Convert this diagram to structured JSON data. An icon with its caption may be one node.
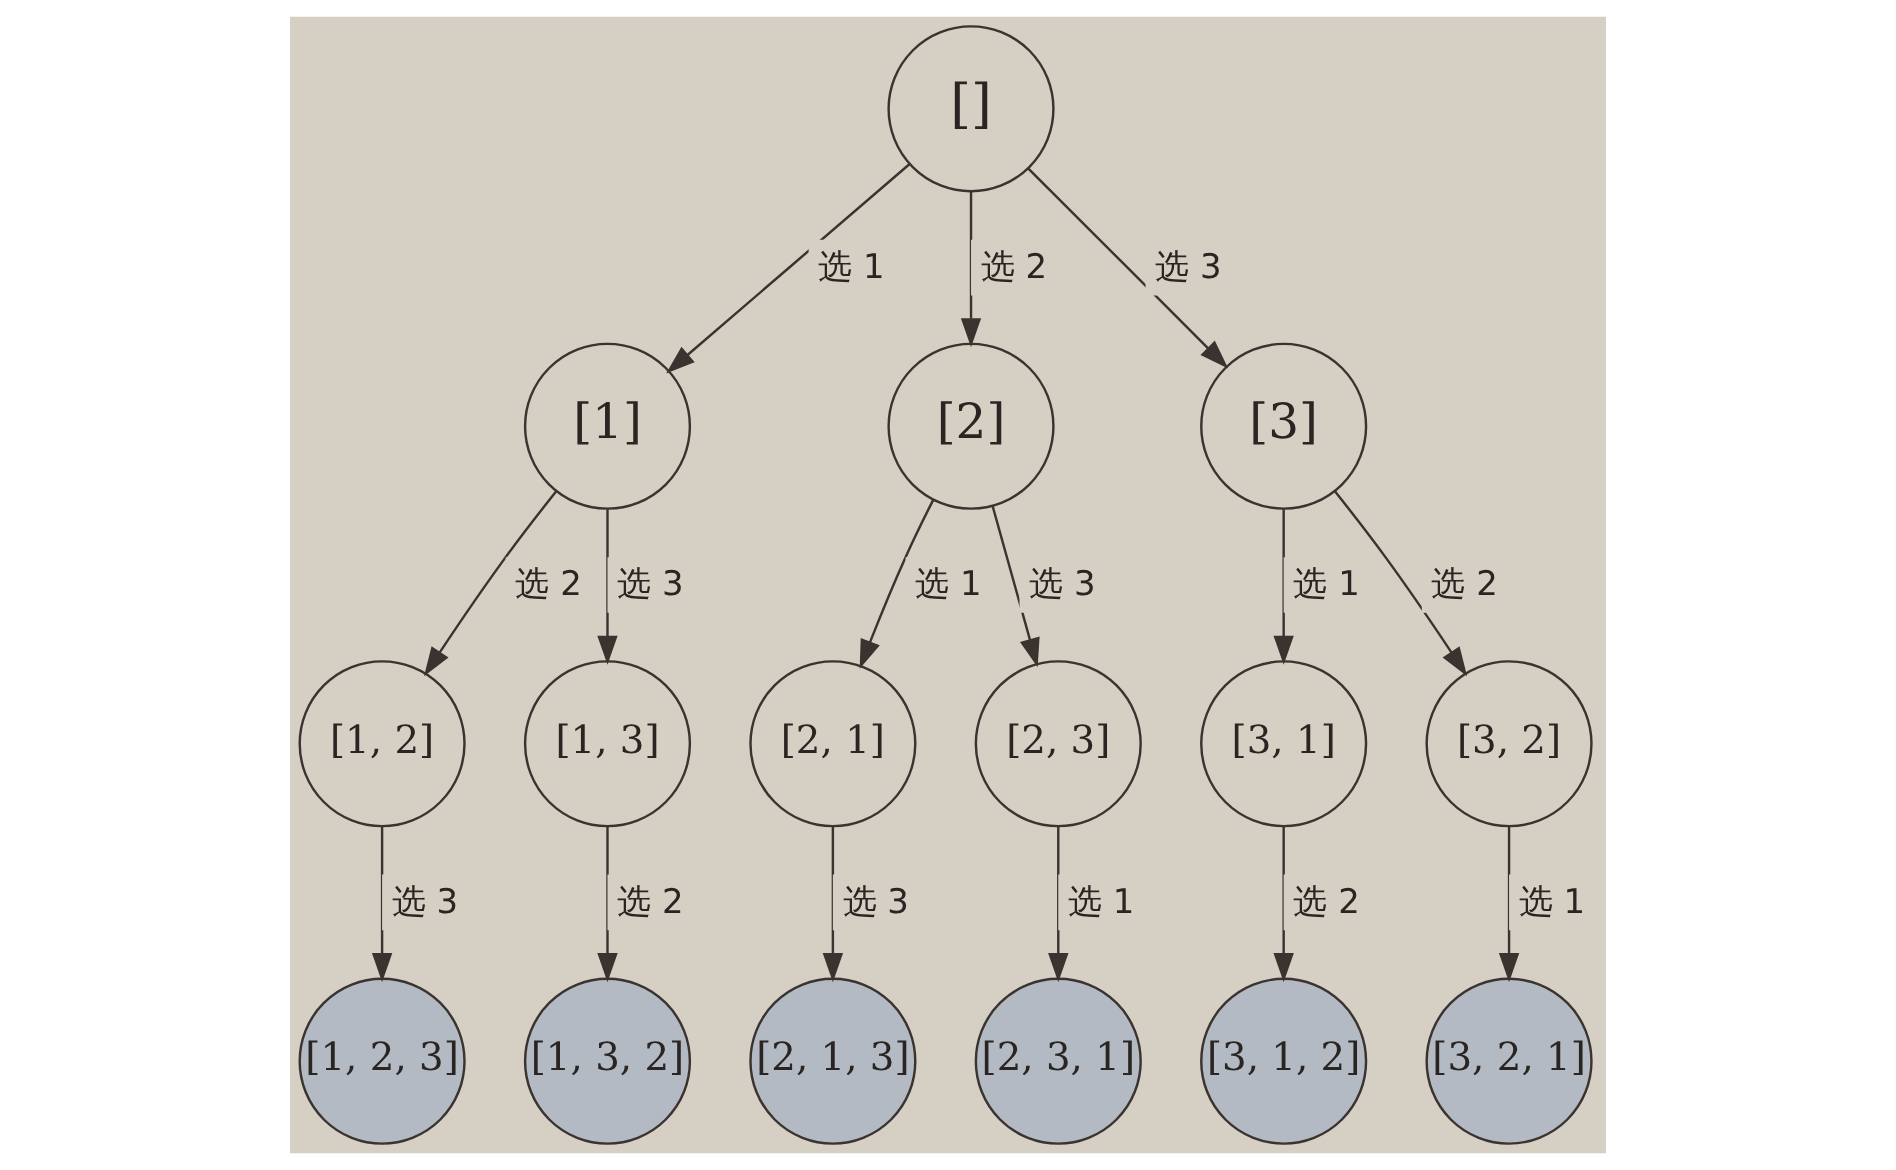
{
  "diagram": {
    "nodes": [
      {
        "text": [
          "[]"
        ]
      },
      {
        "text": [
          "[1]"
        ]
      },
      {
        "text": [
          "[2]"
        ]
      },
      {
        "text": [
          "[3]"
        ]
      },
      {
        "text": [
          "[1, 2]"
        ]
      },
      {
        "text": [
          "[1, 3]"
        ]
      },
      {
        "text": [
          "[2, 1]"
        ]
      },
      {
        "text": [
          "[2, 3]"
        ]
      },
      {
        "text": [
          "[3, 1]"
        ]
      },
      {
        "text": [
          "[3, 2]"
        ]
      },
      {
        "text": [
          "[1, 2, 3]"
        ]
      },
      {
        "text": [
          "[1, 3, 2]"
        ]
      },
      {
        "text": [
          "[2, 1, 3]"
        ]
      },
      {
        "text": [
          "[2, 3, 1]"
        ]
      },
      {
        "text": [
          "[3, 1, 2]"
        ]
      },
      {
        "text": [
          "[3, 2, 1]"
        ]
      }
    ],
    "edges": [
      {
        "from": 0,
        "to": 1,
        "arrow": "to",
        "label": "选 1"
      },
      {
        "from": 0,
        "to": 2,
        "arrow": "to",
        "label": "选 2"
      },
      {
        "from": 0,
        "to": 3,
        "arrow": "to",
        "label": "选 3"
      },
      {
        "from": 1,
        "to": 4,
        "arrow": "to",
        "label": "选 2"
      },
      {
        "from": 1,
        "to": 5,
        "arrow": "to",
        "label": "选 3"
      },
      {
        "from": 2,
        "to": 6,
        "arrow": "to",
        "label": "选 1"
      },
      {
        "from": 2,
        "to": 7,
        "arrow": "to",
        "label": "选 3"
      },
      {
        "from": 3,
        "to": 8,
        "arrow": "to",
        "label": "选 1"
      },
      {
        "from": 3,
        "to": 9,
        "arrow": "to",
        "label": "选 2"
      },
      {
        "from": 4,
        "to": 10,
        "arrow": "to",
        "label": "选 3"
      },
      {
        "from": 5,
        "to": 11,
        "arrow": "to",
        "label": "选 2"
      },
      {
        "from": 6,
        "to": 12,
        "arrow": "to",
        "label": "选 3"
      },
      {
        "from": 7,
        "to": 13,
        "arrow": "to",
        "label": "选 1"
      },
      {
        "from": 8,
        "to": 14,
        "arrow": "to",
        "label": "选 2"
      },
      {
        "from": 9,
        "to": 15,
        "arrow": "to",
        "label": "选 1"
      }
    ]
  }
}
